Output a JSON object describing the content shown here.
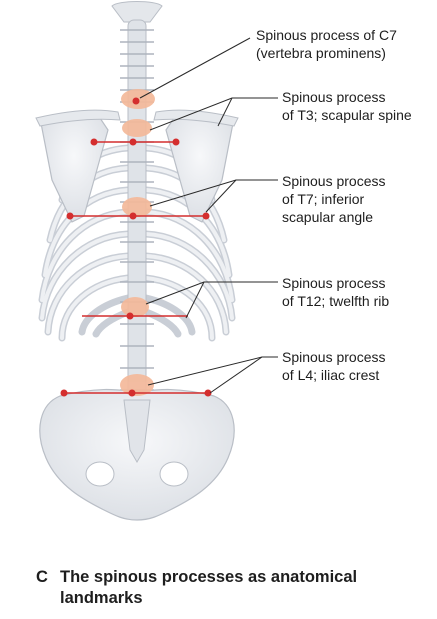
{
  "labels": {
    "c7": {
      "line1": "Spinous process of C7",
      "line2": "(vertebra prominens)"
    },
    "t3": {
      "line1": "Spinous process",
      "line2": "of T3; scapular spine"
    },
    "t7": {
      "line1": "Spinous process",
      "line2": "of T7; inferior",
      "line3": "scapular angle"
    },
    "t12": {
      "line1": "Spinous process",
      "line2": "of T12; twelfth rib"
    },
    "l4": {
      "line1": "Spinous process",
      "line2": "of L4; iliac crest"
    }
  },
  "caption": {
    "letter": "C",
    "text": "The spinous processes as anatomical landmarks"
  },
  "colors": {
    "bone": "#eceef1",
    "bone_stroke": "#b9bec6",
    "highlight": "#f4b99a",
    "landmark": "#d42e2e",
    "leader": "#2a2a2a"
  }
}
